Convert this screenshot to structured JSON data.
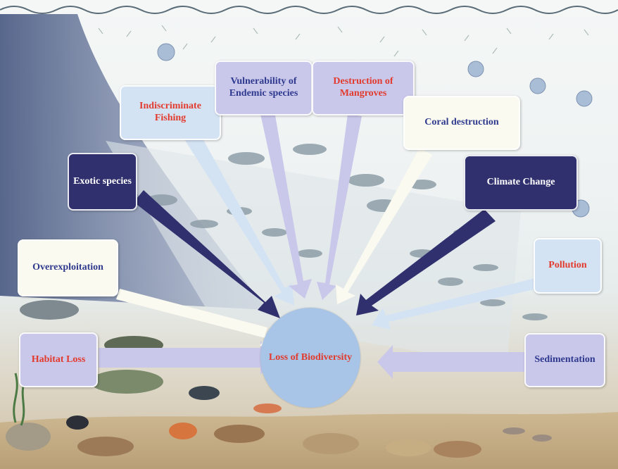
{
  "center": {
    "label": "Loss of Biodiversity"
  },
  "factors": {
    "habitat_loss": "Habitat Loss",
    "overexploitation": "Overexploitation",
    "exotic_species": "Exotic species",
    "indiscriminate_fishing": "Indiscriminate Fishing",
    "vulnerability_endemic": "Vulnerability of Endemic species",
    "destruction_mangroves": "Destruction of Mangroves",
    "coral_destruction": "Coral destruction",
    "climate_change": "Climate Change",
    "pollution": "Pollution",
    "sedimentation": "Sedimentation"
  },
  "colors": {
    "navy_box": "#30306e",
    "lavender_box": "#c9c7ea",
    "pale_blue_box": "#d4e3f3",
    "cream_box": "#fbfaf0",
    "center_circle": "#a8c4e6",
    "red_text": "#e23b2e",
    "blue_text": "#2f3a8f"
  }
}
